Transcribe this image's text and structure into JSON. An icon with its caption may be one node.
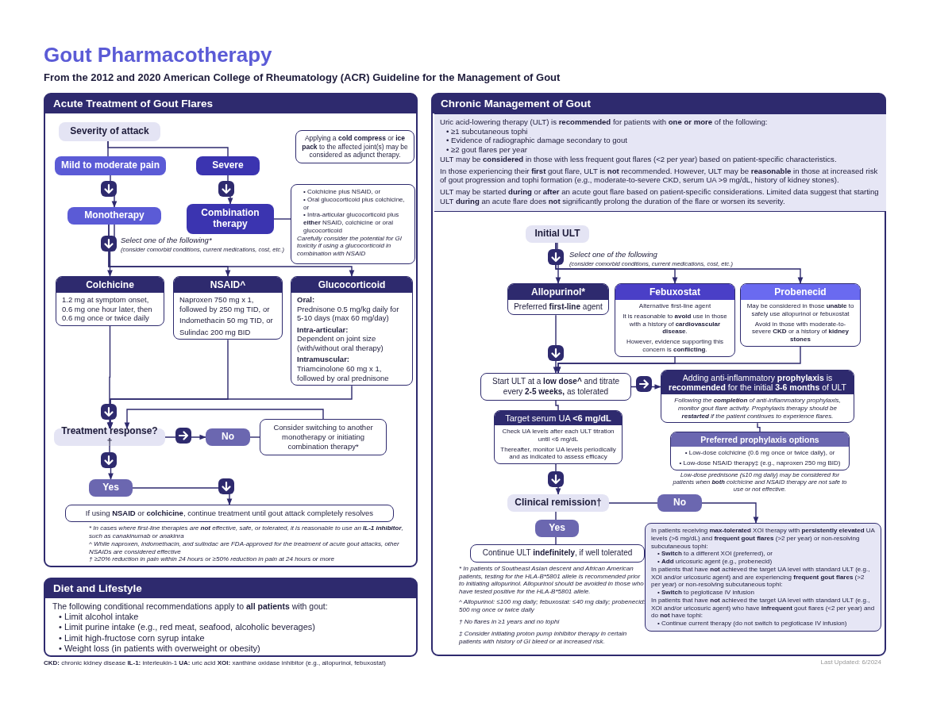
{
  "diagram": {
    "title": "Gout Pharmacotherapy",
    "nodes": [
      {
        "text": [
          "Acute Treatment of Gout Flares"
        ]
      },
      {
        "text": [
          "Severity of attack"
        ],
        "in": 0
      },
      {
        "text": [
          "Mild to moderate pain"
        ],
        "in": 0
      },
      {
        "text": [
          "Severe"
        ],
        "in": 0
      },
      {
        "text": [
          "Monotherapy"
        ],
        "in": 0
      },
      {
        "text": [
          "Combination therapy"
        ],
        "in": 0
      },
      {
        "text": [
          "• Colchicine plus NSAID, or",
          "• Oral glucocorticoid plus colchicine, or",
          "• Intra-articular glucocorticoid plus **either** NSAID, colchicine or oral glucocorticoid",
          "Carefully consider the potential for GI toxicity if using a glucocorticoid in combination with NSAID"
        ],
        "in": 0
      },
      {
        "text": [
          "Applying a **cold compress** or **ice pack** to the affected joint(s) may be considered as adjunct therapy."
        ],
        "in": 0
      },
      {
        "text": [
          "Colchicine",
          "1.2 mg at symptom onset, 0.6 mg one hour later, then 0.6 mg once or twice daily"
        ],
        "in": 0
      },
      {
        "text": [
          "NSAID^",
          "Naproxen 750 mg x 1, followed by 250 mg TID, or",
          "Indomethacin 50 mg TID, or",
          "Sulindac 200 mg BID"
        ],
        "in": 0
      },
      {
        "text": [
          "Glucocorticoid",
          "Oral:",
          "Prednisone 0.5 mg/kg daily for 5-10 days (max 60 mg/day)",
          "Intra-articular:",
          "Dependent on joint size (with/without oral therapy)",
          "Intramuscular:",
          "Triamcinolone 60 mg x 1, followed by oral prednisone"
        ],
        "in": 0
      },
      {
        "text": [
          "Treatment response?†"
        ],
        "in": 0
      },
      {
        "text": [
          "No"
        ],
        "in": 0
      },
      {
        "text": [
          "Consider switching to another monotherapy or initiating combination therapy*"
        ],
        "in": 0
      },
      {
        "text": [
          "Yes"
        ],
        "in": 0
      },
      {
        "text": [
          "If using **NSAID** or **colchicine**, continue treatment until gout attack completely resolves"
        ],
        "in": 0
      },
      {
        "text": [
          "Diet and Lifestyle"
        ]
      },
      {
        "text": [
          "The following conditional recommendations apply to **all patients** with gout:",
          "• Limit alcohol intake",
          "• Limit purine intake (e.g., red meat, seafood, alcoholic beverages)",
          "• Limit high-fructose corn syrup intake",
          "• Weight loss (in patients with overweight or obesity)"
        ],
        "in": 16
      },
      {
        "text": [
          "Chronic Management of Gout"
        ]
      },
      {
        "text": [
          "Uric acid-lowering therapy (ULT) is **recommended** for patients with **one or more** of the following:",
          "• ≥1 subcutaneous tophi",
          "• Evidence of radiographic damage secondary to gout",
          "• ≥2 gout flares per year",
          "ULT may be **considered** in those with less frequent gout flares (<2 per year) based on patient-specific characteristics.",
          "In those experiencing their **first** gout flare, ULT is **not** recommended. However, ULT may be **reasonable** in those at increased risk of gout progression and tophi formation (e.g., moderate-to-severe CKD, serum UA >9 mg/dL, history of kidney stones).",
          "ULT may be started **during** or **after** an acute gout flare based on patient-specific considerations. Limited data suggest that starting ULT **during** an acute flare does **not** significantly prolong the duration of the flare or worsen its severity."
        ],
        "in": 18
      },
      {
        "text": [
          "Initial ULT"
        ],
        "in": 18
      },
      {
        "text": [
          "Allopurinol*",
          "Preferred **first-line** agent"
        ],
        "in": 18
      },
      {
        "text": [
          "Febuxostat",
          "Alternative first-line agent",
          "It is reasonable to **avoid** use in those with a history of **cardiovascular disease**.",
          "However, evidence supporting this concern is **conflicting**."
        ],
        "in": 18
      },
      {
        "text": [
          "Probenecid",
          "May be considered in those **unable** to safely use allopurinol or febuxostat",
          "Avoid in those with moderate-to-severe **CKD** or a history of **kidney stones**"
        ],
        "in": 18
      },
      {
        "text": [
          "Start ULT at a **low dose^** and titrate every **2-5 weeks,** as tolerated"
        ],
        "in": 18
      },
      {
        "text": [
          "Adding anti-inflammatory **prophylaxis** is **recommended** for the initial **3-6 months** of ULT",
          "Following the **completion** of anti-inflammatory prophylaxis, monitor gout flare activity. Prophylaxis therapy should be **restarted** if the patient continues to experience flares."
        ],
        "in": 18
      },
      {
        "text": [
          "Preferred prophylaxis options",
          "• Low-dose colchicine (0.6 mg once or twice daily), or",
          "• Low-dose NSAID therapy‡ (e.g., naproxen 250 mg BID)"
        ],
        "beside": [
          "Low-dose prednisone (≤10 mg daily) may be considered for patients when **both** colchicine and NSAID therapy are not safe to use or not effective."
        ],
        "in": 18
      },
      {
        "text": [
          "Target serum UA **<6 mg/dL**",
          "Check UA levels after each ULT titration until <6 mg/dL",
          "Thereafter, monitor UA levels periodically and as indicated to assess efficacy"
        ],
        "in": 18
      },
      {
        "text": [
          "Clinical remission†"
        ],
        "in": 18
      },
      {
        "text": [
          "No"
        ],
        "in": 18
      },
      {
        "text": [
          "Yes"
        ],
        "in": 18
      },
      {
        "text": [
          "Continue ULT **indefinitely**, if well tolerated"
        ],
        "in": 18
      },
      {
        "text": [
          "In patients receiving **max-tolerated** XOI therapy with **persistently elevated** UA levels (>6 mg/dL) and **frequent gout flares** (>2 per year) or non-resolving subcutaneous tophi:",
          "• **Switch** to a different XOI (preferred), or",
          "• **Add** uricosuric agent (e.g., probenecid)",
          "In patients that have **not** achieved the target UA level with standard ULT (e.g., XOI and/or uricosuric agent) and are experiencing **frequent gout flares** (>2 per year) or non-resolving subcutaneous tophi:",
          "• **Switch** to pegloticase IV infusion",
          "In patients that have **not** achieved the target UA level with standard ULT (e.g., XOI and/or uricosuric agent) who have **infrequent** gout flares (<2 per year) and do **not** have tophi:",
          "• Continue current therapy (do not switch to pegloticase IV infusion)"
        ],
        "in": 18
      }
    ],
    "edges": [
      {
        "from": 1,
        "to": 2,
        "arrow": "none"
      },
      {
        "from": 1,
        "to": 3,
        "arrow": "none"
      },
      {
        "from": 2,
        "to": 4,
        "arrow": "to"
      },
      {
        "from": 3,
        "to": 5,
        "arrow": "to"
      },
      {
        "from": 5,
        "to": 6,
        "arrow": "none"
      },
      {
        "from": 4,
        "to": 8,
        "arrow": "to"
      },
      {
        "from": 4,
        "to": 9,
        "arrow": "to"
      },
      {
        "from": 4,
        "to": 10,
        "arrow": "to"
      },
      {
        "from": 8,
        "to": 11,
        "arrow": "to"
      },
      {
        "from": 9,
        "to": 11,
        "arrow": "to"
      },
      {
        "from": 10,
        "to": 11,
        "arrow": "to"
      },
      {
        "from": 13,
        "to": 11,
        "arrow": "to"
      },
      {
        "from": 11,
        "to": 12,
        "arrow": "to"
      },
      {
        "from": 12,
        "to": 13,
        "arrow": "none"
      },
      {
        "from": 11,
        "to": 14,
        "arrow": "to"
      },
      {
        "from": 14,
        "to": 15,
        "arrow": "to"
      },
      {
        "from": 20,
        "to": 21,
        "arrow": "to"
      },
      {
        "from": 20,
        "to": 22,
        "arrow": "to"
      },
      {
        "from": 20,
        "to": 23,
        "arrow": "to"
      },
      {
        "from": 21,
        "to": 24,
        "arrow": "to"
      },
      {
        "from": 22,
        "to": 24,
        "arrow": "to"
      },
      {
        "from": 23,
        "to": 24,
        "arrow": "to"
      },
      {
        "from": 24,
        "to": 25,
        "arrow": "to"
      },
      {
        "from": 25,
        "to": 26,
        "arrow": "none"
      },
      {
        "from": 24,
        "to": 27,
        "arrow": "none"
      },
      {
        "from": 27,
        "to": 28,
        "arrow": "to"
      },
      {
        "from": 28,
        "to": 29,
        "arrow": "none"
      },
      {
        "from": 29,
        "to": 32,
        "arrow": "to"
      },
      {
        "from": 28,
        "to": 30,
        "arrow": "none"
      },
      {
        "from": 30,
        "to": 31,
        "arrow": "none"
      }
    ],
    "labels": [
      "From the 2012 and 2020 American College of Rheumatology (ACR) Guideline for the Management of Gout",
      "Select one of the following*",
      "(consider comorbid conditions, current medications, cost, etc.)",
      "* In cases where first-line therapies are **not** effective, safe, or tolerated, it is reasonable to use an **IL-1 inhibitor**, such as canakinumab or anakinra",
      "^ While naproxen, indomethacin, and sulindac are FDA-approved for the treatment of acute gout attacks, other NSAIDs are considered effective",
      "† ≥20% reduction in pain within 24 hours or ≥50% reduction in pain at 24 hours or more",
      "Select one of the following",
      "(consider comorbid conditions, current medications, cost, etc.)",
      "* In patients of Southeast Asian descent and African American patients, testing for the HLA-B*5801 allele is recommended prior to initiating allopurinol. Allopurinol should be avoided in those who have tested positive for the HLA-B*5801 allele.",
      "^ Allopurinol: ≤100 mg daily; febuxostat: ≤40 mg daily; probenecid: 500 mg once or twice daily",
      "† No flares in ≥1 years and no tophi",
      "‡ Consider initiating proton pump inhibitor therapy in certain patients with history of GI bleed or at increased risk.",
      "**CKD:** chronic kidney disease **IL-1:** interleukin-1 **UA:** uric acid **XOI:** xanthine oxidase inhibitor (e.g., allopurinol, febuxostat)",
      "Last Updated: 6/2024"
    ]
  }
}
